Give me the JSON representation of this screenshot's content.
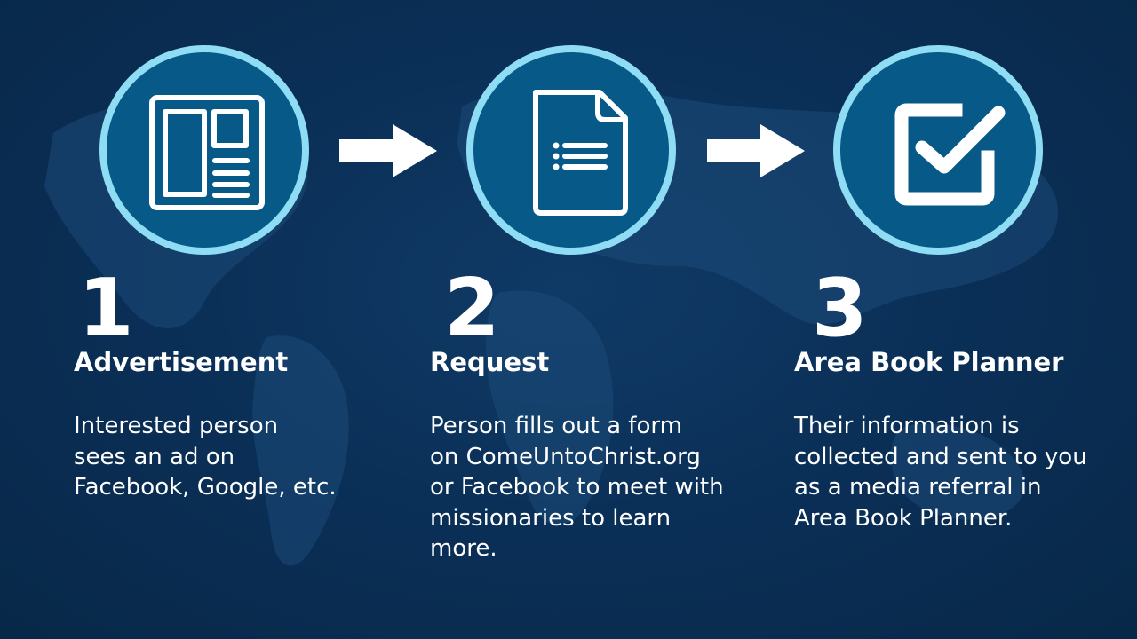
{
  "colors": {
    "background": "#0b3157",
    "circle_fill": "#075a88",
    "circle_ring": "#8fdcf5",
    "text": "#ffffff"
  },
  "steps": [
    {
      "number": "1",
      "title": "Advertisement",
      "icon": "newspaper-icon",
      "desc_lines": [
        "Interested person",
        "sees an ad on",
        "Facebook, Google, etc."
      ]
    },
    {
      "number": "2",
      "title": "Request",
      "icon": "document-icon",
      "desc_lines": [
        "Person fills out a form",
        "on ComeUntoChrist.org",
        "or Facebook to meet with",
        "missionaries to learn",
        "more."
      ]
    },
    {
      "number": "3",
      "title": "Area Book Planner",
      "icon": "checkbox-icon",
      "desc_lines": [
        "Their information is",
        "collected and sent to you",
        "as a media referral in",
        "Area Book Planner."
      ]
    }
  ],
  "connectors": [
    "arrow-right-icon",
    "arrow-right-icon"
  ]
}
